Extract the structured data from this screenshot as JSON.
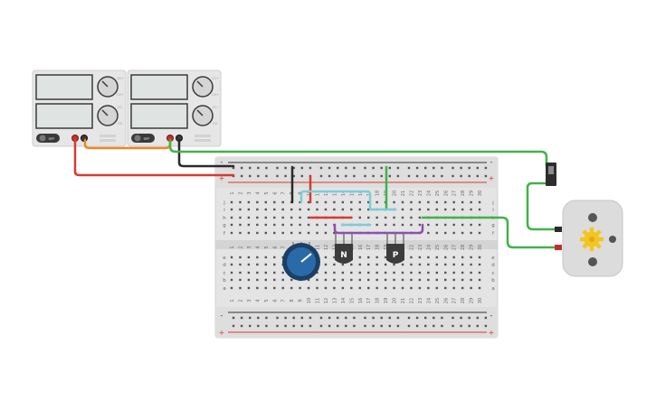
{
  "supplies": [
    {
      "name": "power-supply-1",
      "button_label": "OFF",
      "knob_labels": [
        "CC+",
        "CV+",
        "CC-",
        "CV-"
      ]
    },
    {
      "name": "power-supply-2",
      "button_label": "OFF",
      "knob_labels": [
        "CC+",
        "CV+",
        "CC-",
        "CV-"
      ]
    }
  ],
  "breadboard": {
    "column_numbers": [
      "1",
      "2",
      "3",
      "4",
      "5",
      "6",
      "7",
      "8",
      "9",
      "10",
      "11",
      "12",
      "13",
      "14",
      "15",
      "16",
      "17",
      "18",
      "19",
      "20",
      "21",
      "22",
      "23",
      "24",
      "25",
      "26",
      "27",
      "28",
      "29",
      "30"
    ],
    "rows_top": [
      "j",
      "i",
      "h",
      "g",
      "f"
    ],
    "rows_bottom": [
      "e",
      "d",
      "c",
      "b",
      "a"
    ],
    "rail_plus": "+",
    "rail_minus": "-"
  },
  "components": {
    "npn_label": "N",
    "pnp_label": "P"
  },
  "colors": {
    "wire_red": "#d63a32",
    "wire_black": "#2a2a2a",
    "wire_green": "#3fb34a",
    "wire_orange": "#e8891e",
    "wire_lightblue": "#7ccdd9",
    "wire_purple": "#8b4fb0",
    "knob_blue": "#1f5e9a",
    "motor_gear": "#f3c51e"
  }
}
